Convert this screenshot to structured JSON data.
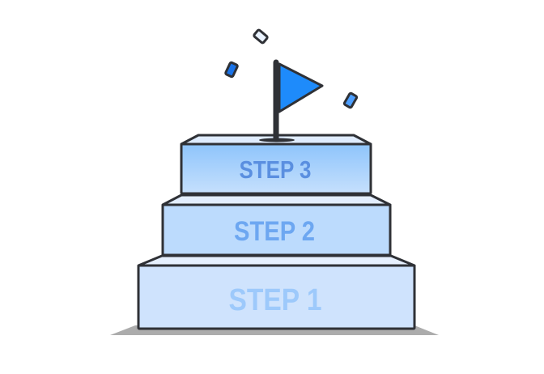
{
  "illustration": {
    "title": "Step staircase with flag",
    "steps": [
      {
        "label": "STEP 1",
        "front_color": "#cfe3fd",
        "top_color": "#e6f0fe",
        "text_color": "#9dc9fb"
      },
      {
        "label": "STEP 2",
        "front_color": "#bcdbfd",
        "top_color": "#e3eefe",
        "text_color": "#6da7f1"
      },
      {
        "label": "STEP 3",
        "front_gradient_top": "#8ec4fb",
        "front_gradient_bottom": "#c6e0fd",
        "top_color": "#dfecfe",
        "text_color": "#5a8fe0"
      }
    ],
    "flag": {
      "color": "#1e8bfb",
      "pole_color": "#2f3136"
    },
    "confetti": [
      {
        "name": "confetti-white",
        "color": "#eaf3ff"
      },
      {
        "name": "confetti-dark-blue",
        "color": "#1a73e8"
      },
      {
        "name": "confetti-light-blue",
        "color": "#4d9fff"
      }
    ],
    "outline_color": "#2f3136",
    "shadow_color": "#acacac"
  }
}
